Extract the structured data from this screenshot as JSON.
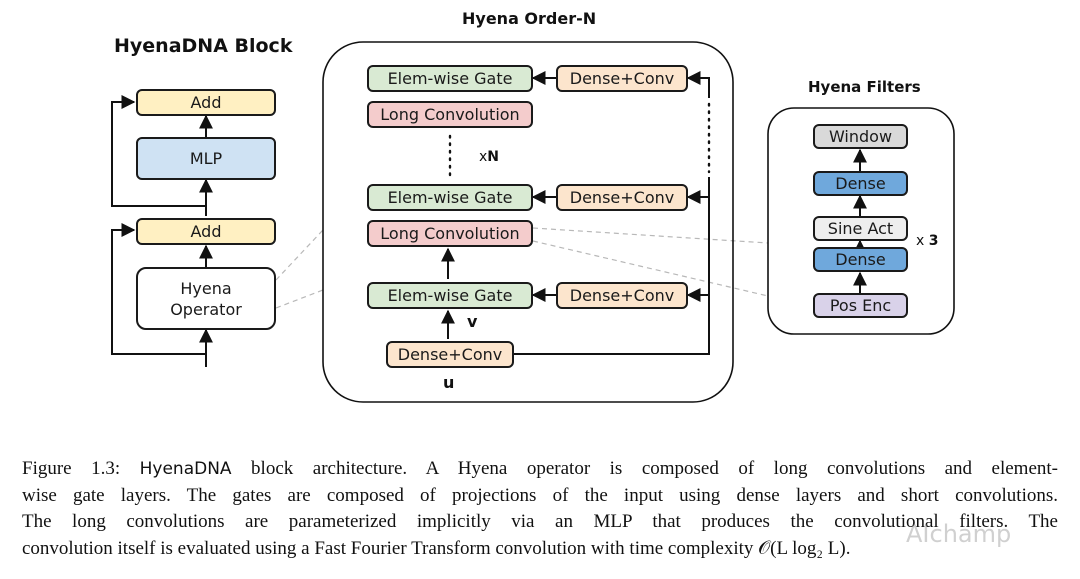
{
  "block": {
    "title": "HyenaDNA Block",
    "add_top": "Add",
    "mlp": "MLP",
    "add_bottom": "Add",
    "operator_line1": "Hyena",
    "operator_line2": "Operator"
  },
  "order_n": {
    "title": "Hyena Order-N",
    "gate_top": "Elem-wise Gate",
    "long_conv_top": "Long Convolution",
    "dense_conv_top": "Dense+Conv",
    "gate_mid": "Elem-wise Gate",
    "dense_conv_mid": "Dense+Conv",
    "long_conv_mid": "Long Convolution",
    "gate_bottom": "Elem-wise Gate",
    "dense_conv_bottom": "Dense+Conv",
    "dense_conv_input": "Dense+Conv",
    "repeat_x": "x",
    "repeat_n": "N",
    "v_label": "v",
    "u_label": "u"
  },
  "filters": {
    "title": "Hyena Filters",
    "window": "Window",
    "dense_top": "Dense",
    "sine_act": "Sine Act",
    "dense_bottom": "Dense",
    "pos_enc": "Pos Enc",
    "repeat_x": "x",
    "repeat_n": "3"
  },
  "caption": {
    "line1_a": "Figure 1.3: ",
    "line1_b": "HyenaDNA",
    "line1_c": " block architecture. A Hyena operator is composed of long convolutions and element-",
    "line2": "wise gate layers. The gates are composed of projections of the input using dense layers and short convolutions.",
    "line3": "The long convolutions are parameterized implicitly via an MLP that produces the convolutional filters. The",
    "line4": "convolution itself is evaluated using a Fast Fourier Transform convolution with time complexity 𝒪(L log₂ L)."
  },
  "watermark": "AIchamp",
  "colors": {
    "add": "#fff0c2",
    "mlp": "#cfe2f3",
    "gate": "#d9ead3",
    "long_conv": "#f4cccc",
    "dense_conv": "#fce5cd",
    "window": "#d9d9d9",
    "dense": "#6fa8dc",
    "sine_act": "#eeeeee",
    "pos_enc": "#d9d2e9"
  }
}
